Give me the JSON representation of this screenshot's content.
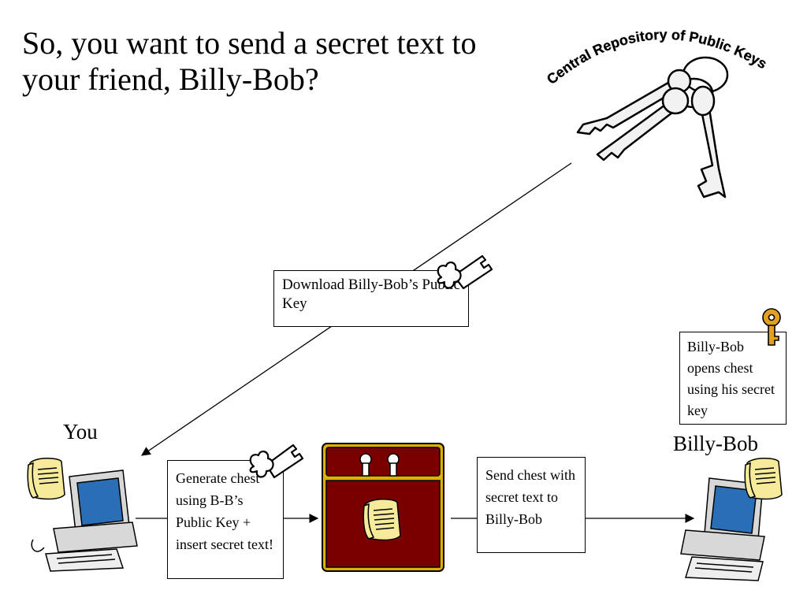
{
  "slide": {
    "title": "So, you want to send a secret text to your friend, Billy-Bob?",
    "repository_label": "Central Repository of Public Keys",
    "you_label": "You",
    "billy_label": "Billy-Bob",
    "steps": {
      "download": "Download Billy-Bob’s Public Key",
      "generate": "Generate chest using B-B’s Public Key + insert secret text!",
      "send": "Send chest with secret text to Billy-Bob",
      "opens": "Billy-Bob opens chest using his secret key"
    }
  },
  "colors": {
    "chest": "#7a0000",
    "chest_rim": "#e0b000",
    "scroll": "#f5eb9a",
    "monitor_screen": "#2a6fb5",
    "gold_key": "#e2a020"
  },
  "icons": [
    "key-ring-icon",
    "skeleton-key-icon",
    "computer-icon",
    "treasure-chest-icon",
    "scroll-icon",
    "gold-key-icon"
  ]
}
